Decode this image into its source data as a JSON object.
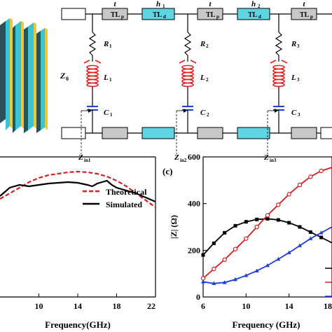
{
  "colors": {
    "panel_face": "#39C4D6",
    "panel_edge": "#E8C93A",
    "panel_dark": "#2B5258",
    "tl_gray": "#C8C8C8",
    "tl_cyan": "#5FD4E3",
    "coil_red": "#E21E1E",
    "cap_blue": "#1E3FD8",
    "series_black": "#000000",
    "series_red": "#D62020",
    "series_blue": "#1E3FD8"
  },
  "circuit": {
    "top_segments": [
      {
        "over": "t",
        "box": "TL",
        "sub": "p"
      },
      {
        "over": "h",
        "over_sub": "1",
        "box": "TL",
        "sub": "d"
      },
      {
        "over": "t",
        "box": "TL",
        "sub": "p"
      },
      {
        "over": "h",
        "over_sub": "2",
        "box": "TL",
        "sub": "d"
      },
      {
        "over": "t",
        "box": "TL",
        "sub": "p"
      }
    ],
    "branches": [
      {
        "R": "R",
        "R_sub": "1",
        "L": "L",
        "L_sub": "1",
        "C": "C",
        "C_sub": "1",
        "Z": "Z",
        "Z_sub": "in1"
      },
      {
        "R": "R",
        "R_sub": "2",
        "L": "L",
        "L_sub": "2",
        "C": "C",
        "C_sub": "2",
        "Z": "Z",
        "Z_sub": "in2"
      },
      {
        "R": "R",
        "R_sub": "3",
        "L": "L",
        "L_sub": "3",
        "C": "C",
        "C_sub": "3",
        "Z": "Z",
        "Z_sub": "in3"
      }
    ],
    "z0": {
      "main": "Z",
      "sub": "0"
    }
  },
  "panel_c_label": "(c)",
  "chart_data": [
    {
      "type": "line",
      "xlabel": "Frequency(GHz)",
      "ylabel": "",
      "xlim": [
        6,
        22
      ],
      "xticks": [
        10,
        14,
        18,
        22
      ],
      "legend": "center-right",
      "series": [
        {
          "name": "Theoretical",
          "style": "dashed",
          "color": "#D62020",
          "x": [
            6,
            7,
            8,
            9,
            10,
            11,
            12,
            13,
            14,
            15,
            16,
            17,
            18,
            19,
            20,
            21,
            22
          ],
          "y": [
            0.7,
            0.74,
            0.78,
            0.82,
            0.85,
            0.87,
            0.88,
            0.89,
            0.895,
            0.89,
            0.88,
            0.86,
            0.83,
            0.79,
            0.74,
            0.69,
            0.64
          ]
        },
        {
          "name": "Simulated",
          "style": "solid",
          "color": "#000000",
          "x": [
            6,
            7,
            8,
            9,
            10,
            11,
            12,
            13,
            14,
            15,
            15.5,
            16,
            16.5,
            17,
            17.5,
            18,
            19,
            20,
            21,
            22
          ],
          "y": [
            0.72,
            0.78,
            0.8,
            0.79,
            0.8,
            0.81,
            0.815,
            0.82,
            0.815,
            0.8,
            0.79,
            0.81,
            0.82,
            0.83,
            0.8,
            0.78,
            0.76,
            0.74,
            0.71,
            0.68
          ]
        }
      ]
    },
    {
      "type": "line",
      "xlabel": "Frequency (GHz)",
      "ylabel": "|Z| (Ω)",
      "xlim": [
        6,
        18
      ],
      "ylim": [
        0,
        600
      ],
      "xticks": [
        6,
        10,
        14,
        18
      ],
      "yticks": [
        0,
        200,
        400,
        600
      ],
      "series": [
        {
          "color": "#000000",
          "marker": "square",
          "x": [
            6,
            7,
            8,
            9,
            10,
            11,
            12,
            13,
            14,
            15,
            16,
            17,
            18
          ],
          "y": [
            180,
            230,
            275,
            305,
            322,
            332,
            335,
            330,
            318,
            300,
            278,
            255,
            232
          ]
        },
        {
          "color": "#D62020",
          "marker": "circle",
          "x": [
            6,
            7,
            8,
            9,
            10,
            11,
            12,
            13,
            14,
            15,
            16,
            17,
            18
          ],
          "y": [
            80,
            120,
            160,
            205,
            250,
            300,
            350,
            395,
            440,
            480,
            515,
            540,
            555
          ]
        },
        {
          "color": "#1E3FD8",
          "marker": "triangle",
          "x": [
            6,
            7,
            8,
            9,
            10,
            11,
            12,
            13,
            14,
            15,
            16,
            17,
            18
          ],
          "y": [
            65,
            58,
            62,
            75,
            92,
            112,
            135,
            162,
            190,
            220,
            250,
            275,
            300
          ]
        }
      ]
    }
  ]
}
